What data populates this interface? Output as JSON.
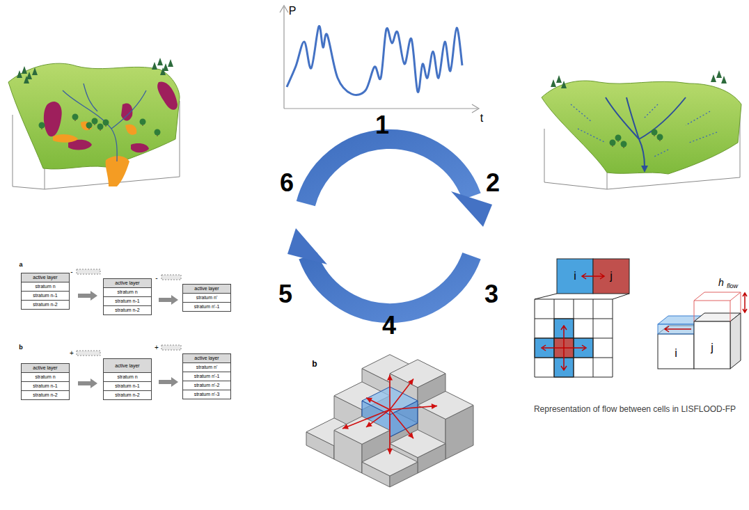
{
  "diagram": {
    "labels": [
      "P",
      "t",
      "1",
      "6",
      "2",
      "5",
      "3",
      "4",
      "a",
      "active layer",
      "stratum n",
      "stratum n-1",
      "stratum n-2",
      "-",
      "active layer",
      "stratum n",
      "stratum n-1",
      "stratum n-2",
      "-",
      "active layer",
      "stratum n'",
      "stratum n'-1",
      "b",
      "active layer",
      "stratum n",
      "stratum n-1",
      "stratum n-2",
      "+",
      "active layer",
      "stratum n",
      "stratum n-1",
      "stratum n-2",
      "+",
      "active layer",
      "stratum n'",
      "stratum n'-1",
      "stratum n'-2",
      "stratum n'-3",
      "i",
      "j",
      "i",
      "j",
      "h",
      "flow",
      "Representation of flow between cells in LISFLOOD-FP",
      "b"
    ]
  }
}
